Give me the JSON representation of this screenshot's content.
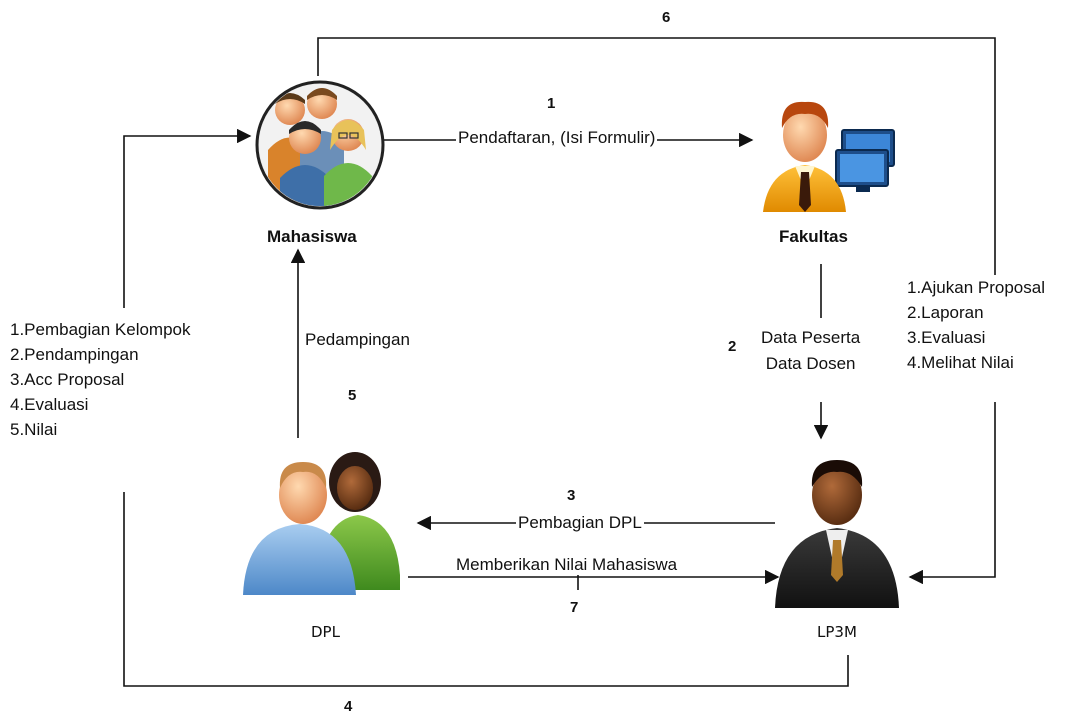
{
  "nodes": {
    "mahasiswa": "Mahasiswa",
    "fakultas": "Fakultas",
    "dpl": "DPL",
    "lp3m": "LP3M"
  },
  "flows": {
    "f1": {
      "number": "1",
      "label": "Pendaftaran, (Isi Formulir)"
    },
    "f2": {
      "number": "2",
      "lines": [
        "Data Peserta",
        "Data Dosen"
      ]
    },
    "f3": {
      "number": "3",
      "label": "Pembagian DPL"
    },
    "f4": {
      "number": "4",
      "items": [
        "1.Pembagian Kelompok",
        "2.Pendampingan",
        "3.Acc Proposal",
        "4.Evaluasi",
        "5.Nilai"
      ]
    },
    "f5": {
      "number": "5",
      "label": "Pedampingan"
    },
    "f6": {
      "number": "6",
      "items": [
        "1.Ajukan Proposal",
        "2.Laporan",
        "3.Evaluasi",
        "4.Melihat Nilai"
      ]
    },
    "f7": {
      "number": "7",
      "label": "Memberikan Nilai Mahasiswa"
    }
  }
}
